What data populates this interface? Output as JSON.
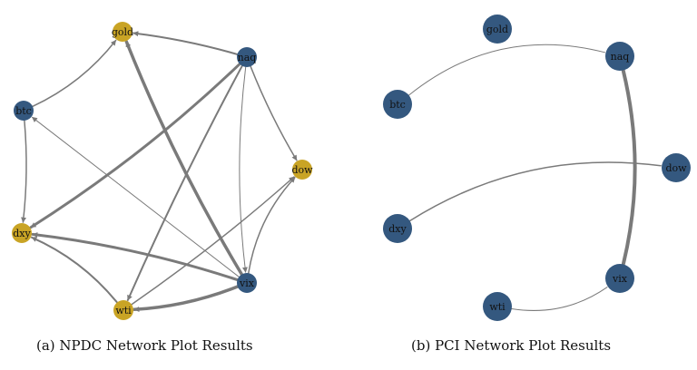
{
  "colors": {
    "node_blue": "#34587f",
    "node_gold": "#c9a425",
    "edge": "#7a7a7a"
  },
  "panels": [
    {
      "caption": "(a) NPDC Network Plot Results",
      "directed": true,
      "nodes": [
        {
          "id": "gold",
          "label": "gold",
          "group": "gold"
        },
        {
          "id": "naq",
          "label": "naq",
          "group": "blue"
        },
        {
          "id": "btc",
          "label": "btc",
          "group": "blue"
        },
        {
          "id": "dow",
          "label": "dow",
          "group": "gold"
        },
        {
          "id": "dxy",
          "label": "dxy",
          "group": "gold"
        },
        {
          "id": "vix",
          "label": "vix",
          "group": "blue"
        },
        {
          "id": "wti",
          "label": "wti",
          "group": "gold"
        }
      ],
      "edges": [
        {
          "from": "naq",
          "to": "gold",
          "weight": 2
        },
        {
          "from": "vix",
          "to": "gold",
          "weight": 3.5
        },
        {
          "from": "btc",
          "to": "gold",
          "weight": 1.5
        },
        {
          "from": "btc",
          "to": "dxy",
          "weight": 1.5
        },
        {
          "from": "naq",
          "to": "dow",
          "weight": 1.5
        },
        {
          "from": "naq",
          "to": "dxy",
          "weight": 3
        },
        {
          "from": "naq",
          "to": "wti",
          "weight": 2
        },
        {
          "from": "naq",
          "to": "vix",
          "weight": 1
        },
        {
          "from": "vix",
          "to": "btc",
          "weight": 1
        },
        {
          "from": "vix",
          "to": "dxy",
          "weight": 3
        },
        {
          "from": "wti",
          "to": "dxy",
          "weight": 2
        },
        {
          "from": "vix",
          "to": "wti",
          "weight": 3.5
        },
        {
          "from": "vix",
          "to": "dow",
          "weight": 1.5
        },
        {
          "from": "wti",
          "to": "dow",
          "weight": 1.5
        }
      ]
    },
    {
      "caption": "(b) PCI Network Plot Results",
      "directed": false,
      "nodes": [
        {
          "id": "gold",
          "label": "gold",
          "group": "blue"
        },
        {
          "id": "naq",
          "label": "naq",
          "group": "blue"
        },
        {
          "id": "btc",
          "label": "btc",
          "group": "blue"
        },
        {
          "id": "dow",
          "label": "dow",
          "group": "blue"
        },
        {
          "id": "dxy",
          "label": "dxy",
          "group": "blue"
        },
        {
          "id": "vix",
          "label": "vix",
          "group": "blue"
        },
        {
          "id": "wti",
          "label": "wti",
          "group": "blue"
        }
      ],
      "edges": [
        {
          "from": "btc",
          "to": "naq",
          "weight": 1
        },
        {
          "from": "naq",
          "to": "vix",
          "weight": 4
        },
        {
          "from": "dxy",
          "to": "dow",
          "weight": 1.5
        },
        {
          "from": "wti",
          "to": "vix",
          "weight": 1
        }
      ]
    }
  ]
}
